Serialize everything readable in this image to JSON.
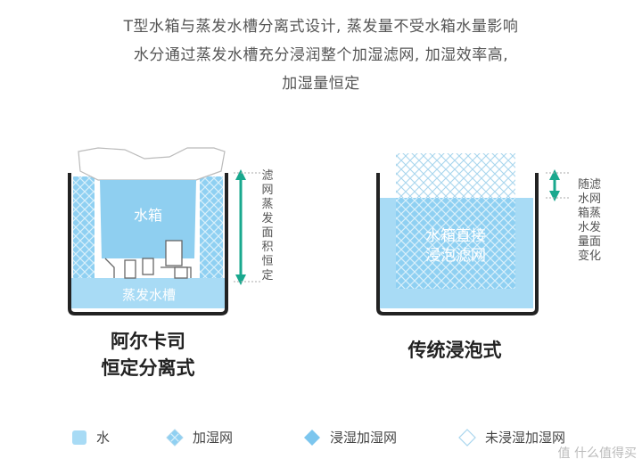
{
  "intro": {
    "line1": "T型水箱与蒸发水槽分离式设计, 蒸发量不受水箱水量影响",
    "line2": "水分通过蒸发水槽充分浸润整个加湿滤网, 加湿效率高,",
    "line3": "加湿量恒定"
  },
  "left_diagram": {
    "tank_label": "水箱",
    "trough_label": "蒸发水槽",
    "side_label": "滤网蒸发面积恒定",
    "caption_line1": "阿尔卡司",
    "caption_line2": "恒定分离式"
  },
  "right_diagram": {
    "inner_label_line1": "水箱直接",
    "inner_label_line2": "浸泡滤网",
    "side_label": "随滤水网箱蒸水发量面变化",
    "caption": "传统浸泡式"
  },
  "legend": {
    "water": "水",
    "filter": "加湿网",
    "soaked": "浸湿加湿网",
    "unsoaked": "未浸湿加湿网"
  },
  "watermark": "值 什么值得买",
  "colors": {
    "water": "#a8dbf5",
    "water_deep": "#8fcff0",
    "frame": "#222222",
    "arrow": "#19a88e",
    "cross": "#cfeaf7"
  }
}
